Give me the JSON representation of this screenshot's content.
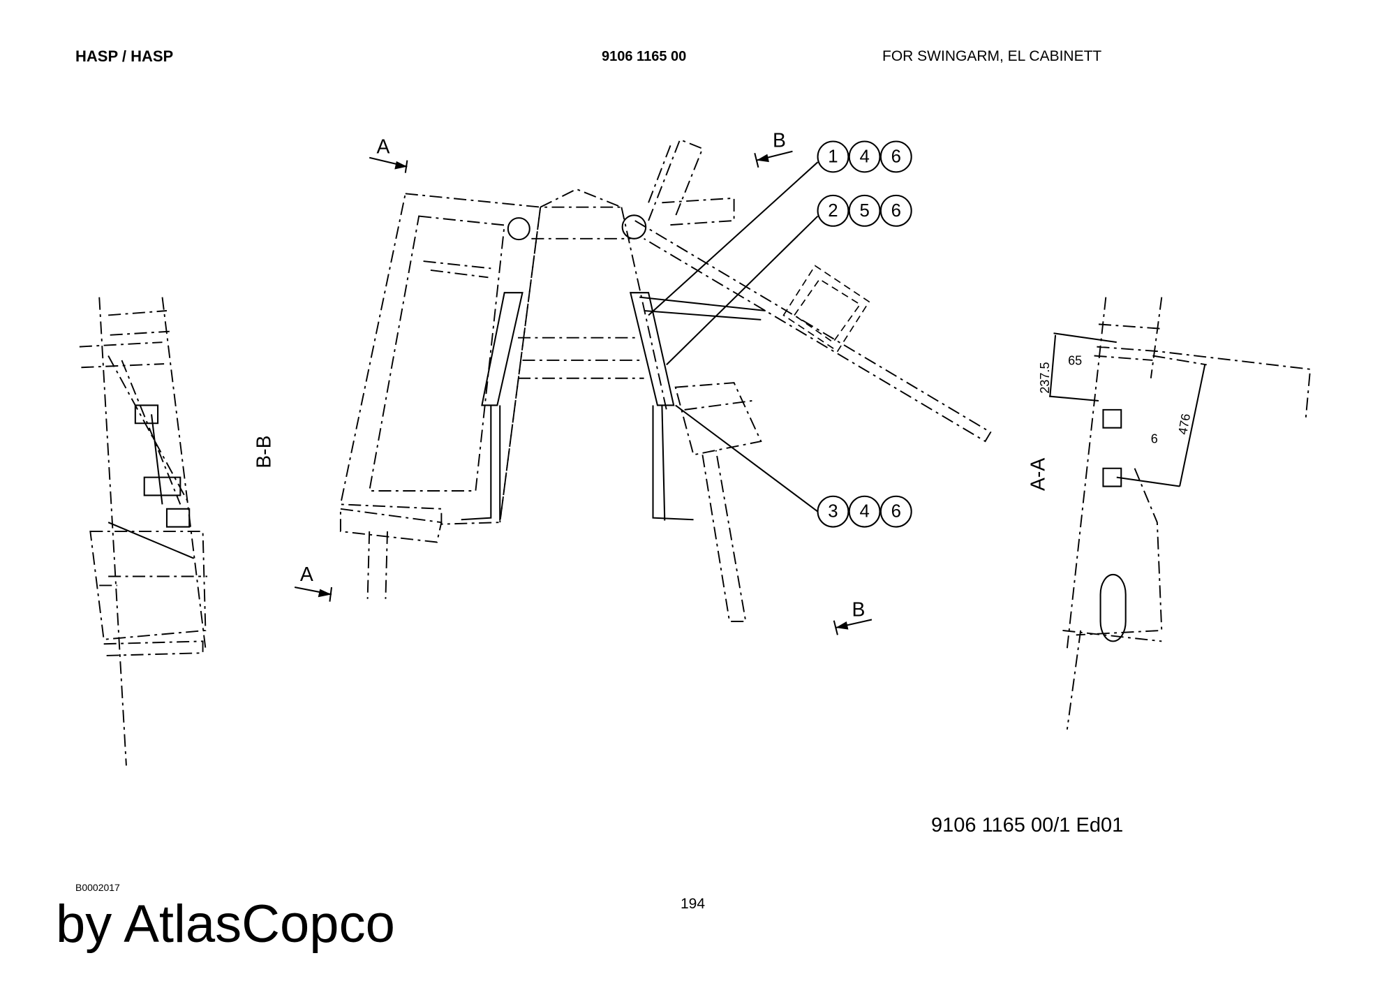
{
  "header": {
    "title": "HASP / HASP",
    "part_number": "9106 1165 00",
    "description": "FOR SWINGARM, EL CABINETT"
  },
  "drawing": {
    "section_labels": {
      "a_top": "A",
      "a_bottom": "A",
      "b_top": "B",
      "b_bottom": "B",
      "view_bb": "B-B",
      "view_aa": "A-A"
    },
    "dimensions": {
      "d1": "237.5",
      "d2": "65",
      "d3": "476",
      "d4": "6"
    },
    "callouts": [
      {
        "items": [
          "1",
          "4",
          "6"
        ]
      },
      {
        "items": [
          "2",
          "5",
          "6"
        ]
      },
      {
        "items": [
          "3",
          "4",
          "6"
        ]
      }
    ]
  },
  "footer": {
    "doc_ref": "9106 1165 00/1  Ed01",
    "image_code": "B0002017",
    "brand": "by AtlasCopco",
    "page_number": "194"
  }
}
